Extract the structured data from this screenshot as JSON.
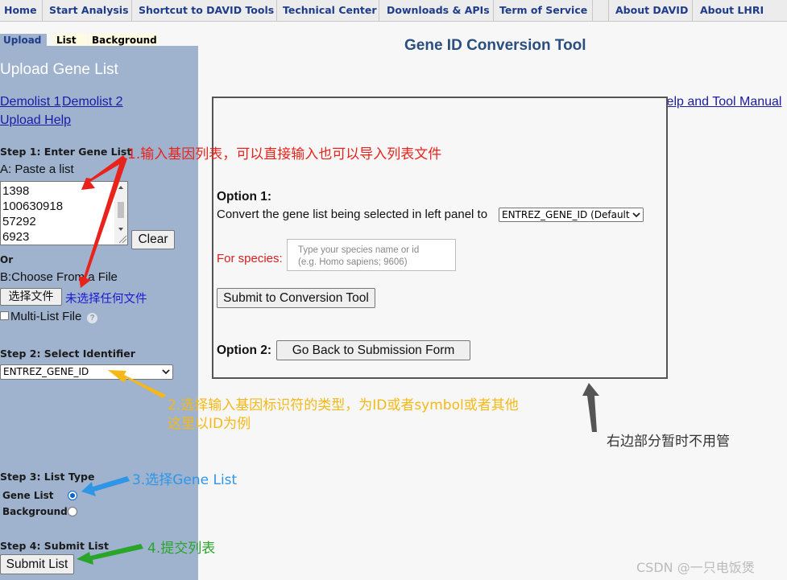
{
  "nav": {
    "items": [
      "Home",
      "Start Analysis",
      "Shortcut to DAVID Tools",
      "Technical Center",
      "Downloads & APIs",
      "Term of Service",
      "About DAVID",
      "About LHRI"
    ]
  },
  "left": {
    "tabs": [
      "Upload",
      "List",
      "Background"
    ],
    "title": "Upload Gene List",
    "demolist1": "Demolist 1",
    "demolist2": "Demolist 2",
    "upload_help": "Upload Help",
    "step1": "Step 1: Enter Gene List",
    "paste": "A: Paste a list",
    "genes": [
      "1398",
      "100630918",
      "57292",
      "6923"
    ],
    "clear": "Clear",
    "or": "Or",
    "choose_file": "B:Choose From a File",
    "file_button": "选择文件",
    "file_status": "未选择任何文件",
    "multi_list": "Multi-List File",
    "step2": "Step 2: Select Identifier",
    "identifier": "ENTREZ_GENE_ID",
    "step3": "Step 3: List Type",
    "gene_list": "Gene List",
    "background": "Background",
    "step4": "Step 4: Submit List",
    "submit": "Submit List"
  },
  "main": {
    "title": "Gene ID Conversion Tool",
    "help_manual": "Help and Tool Manual",
    "option1": "Option 1:",
    "convert_text": "Convert the gene list being selected in left panel to",
    "convert_select": "ENTREZ_GENE_ID (Default)",
    "for_species": "For species:",
    "species_placeholder_1": "Type your species name or id",
    "species_placeholder_2": "(e.g. Homo sapiens; 9606)",
    "submit_conversion": "Submit to Conversion Tool",
    "option2": "Option 2:",
    "go_back": "Go Back to Submission Form"
  },
  "annotations": {
    "a1": "1.输入基因列表，可以直接输入也可以导入列表文件",
    "a2_line1": "2.选择输入基因标识符的类型，为ID或者symbol或者其他",
    "a2_line2": "这里以ID为例",
    "a3": "3.选择Gene List",
    "a4": "4.提交列表",
    "right": "右边部分暂时不用管",
    "watermark": "CSDN @一只电饭煲"
  },
  "colors": {
    "left_panel": "#9fb3cf",
    "nav_text": "#1f3c8a",
    "red": "#e8231c",
    "orange": "#f5b817",
    "blue": "#2f95e6",
    "green": "#2aa52a",
    "title": "#2a4f7e"
  }
}
